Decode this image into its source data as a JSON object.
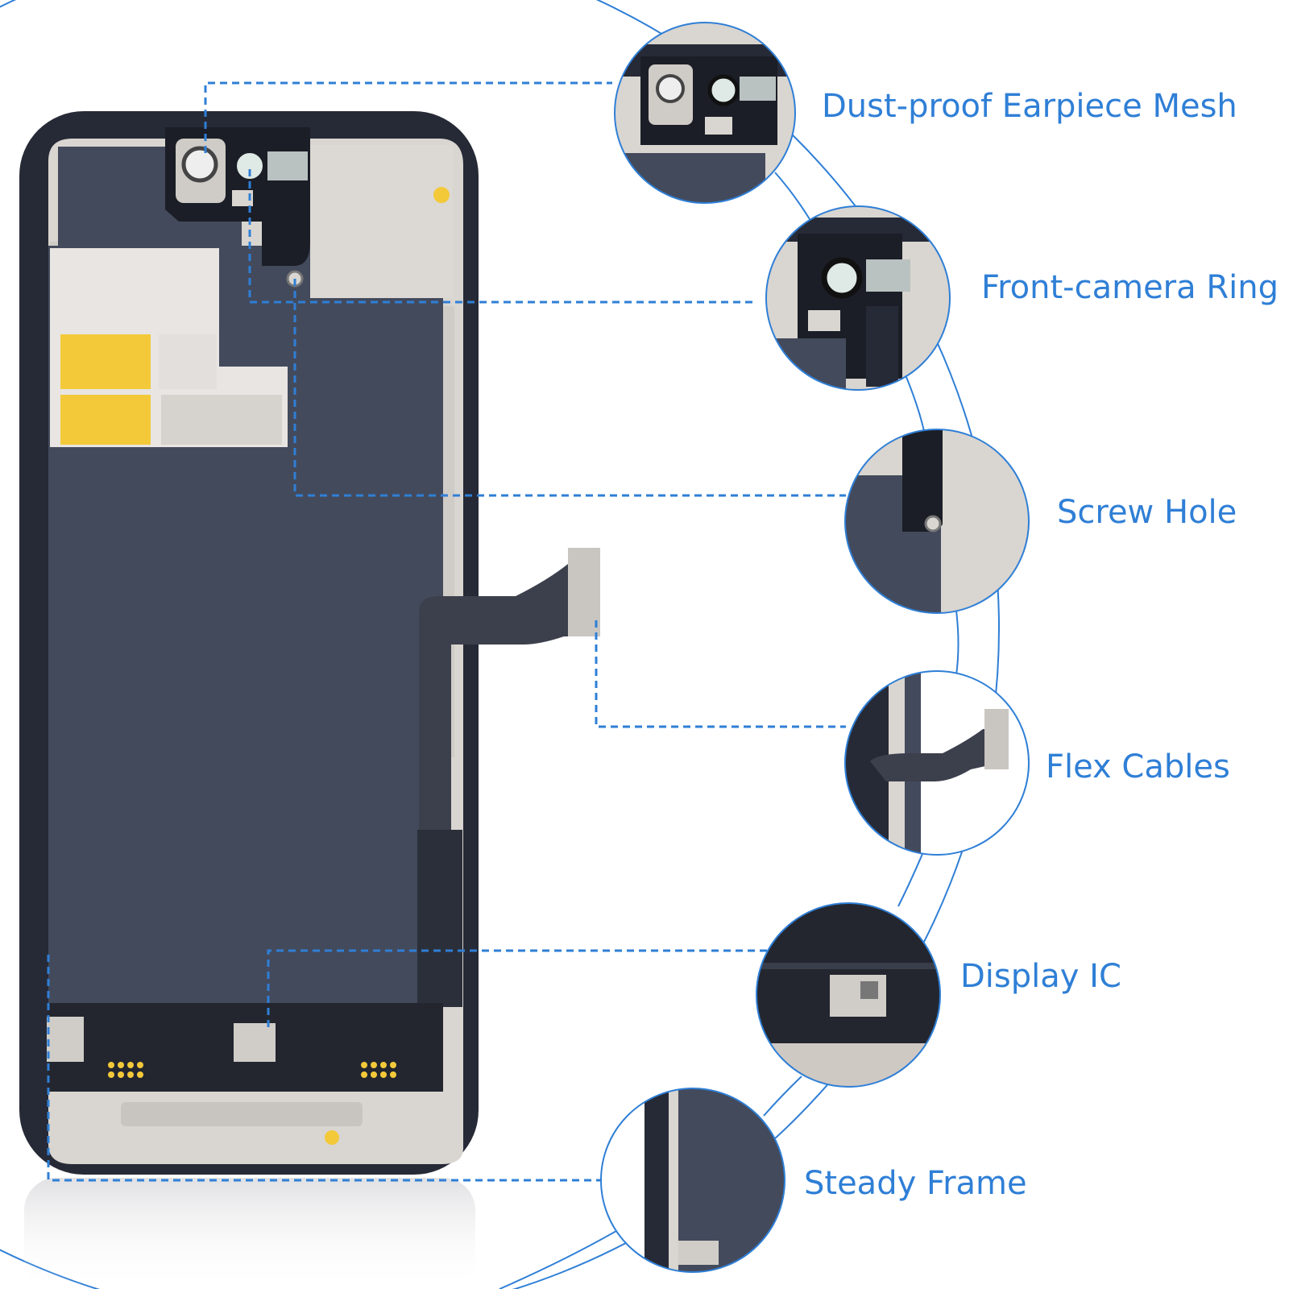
{
  "theme": {
    "accent": "#2f7fd6",
    "screen_panel": "#434a5c",
    "bezel": "#262a36",
    "metal": "#d9d5d0",
    "adhesive_yellow": "#f3c93a"
  },
  "features": [
    {
      "id": "earpiece-mesh",
      "label": "Dust-proof Earpiece Mesh",
      "icon": "earpiece-mesh-closeup"
    },
    {
      "id": "front-camera-ring",
      "label": "Front-camera Ring",
      "icon": "camera-ring-closeup"
    },
    {
      "id": "screw-hole",
      "label": "Screw Hole",
      "icon": "screw-hole-closeup"
    },
    {
      "id": "flex-cables",
      "label": "Flex Cables",
      "icon": "flex-cable-closeup"
    },
    {
      "id": "display-ic",
      "label": "Display IC",
      "icon": "display-ic-closeup"
    },
    {
      "id": "steady-frame",
      "label": "Steady Frame",
      "icon": "frame-closeup"
    }
  ]
}
